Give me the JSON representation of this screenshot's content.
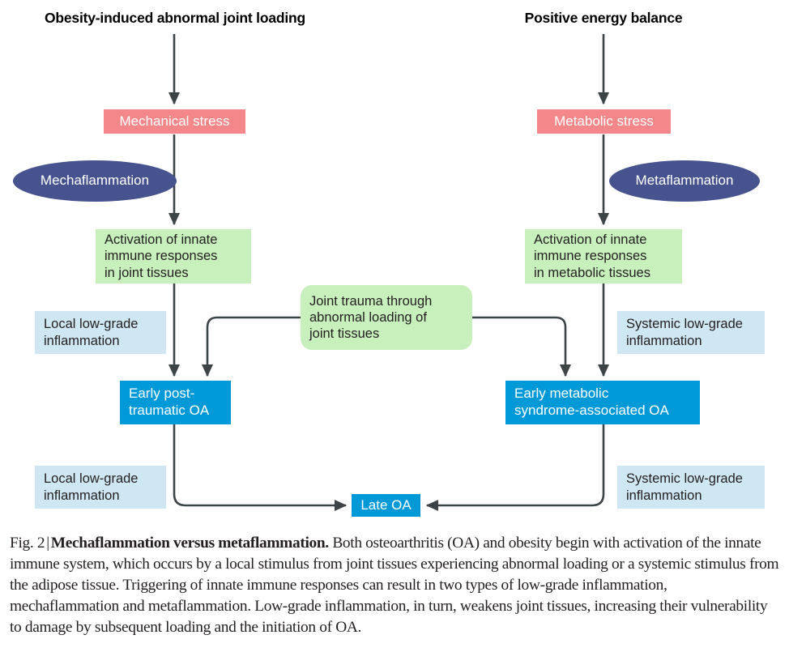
{
  "figure": {
    "headings": [
      {
        "id": "left-heading",
        "text": "Obesity-induced abnormal joint loading"
      },
      {
        "id": "right-heading",
        "text": "Positive energy balance"
      }
    ],
    "stress_boxes": [
      {
        "id": "mechanical-stress",
        "text": "Mechanical stress",
        "color": "#f4878a"
      },
      {
        "id": "metabolic-stress",
        "text": "Metabolic stress",
        "color": "#f4878a"
      }
    ],
    "ellipses": [
      {
        "id": "mechaflammation",
        "text": "Mechaflammation",
        "color": "#46538f"
      },
      {
        "id": "metaflammation",
        "text": "Metaflammation",
        "color": "#46538f"
      }
    ],
    "activation_boxes": [
      {
        "id": "activation-joint",
        "text": "Activation of innate\nimmune responses\nin joint tissues",
        "color": "#c8f0bd"
      },
      {
        "id": "activation-metabolic",
        "text": "Activation of innate\nimmune responses\nin metabolic tissues",
        "color": "#c8f0bd"
      }
    ],
    "joint_trauma": {
      "id": "joint-trauma",
      "text": "Joint trauma through\nabnormal  loading of\njoint tissues",
      "color": "#c8f0bd"
    },
    "inflammation_boxes": [
      {
        "id": "local-inflammation-upper",
        "text": "Local low-grade\ninflammation",
        "color": "#cfe7f3"
      },
      {
        "id": "systemic-inflammation-upper",
        "text": "Systemic low-grade\ninflammation",
        "color": "#cfe7f3"
      },
      {
        "id": "local-inflammation-lower",
        "text": "Local low-grade\ninflammation",
        "color": "#cfe7f3"
      },
      {
        "id": "systemic-inflammation-lower",
        "text": "Systemic low-grade\ninflammation",
        "color": "#cfe7f3"
      }
    ],
    "oa_boxes": [
      {
        "id": "early-post-traumatic-oa",
        "text": "Early post-\ntraumatic OA",
        "color": "#0099d8"
      },
      {
        "id": "early-metabolic-oa",
        "text": "Early metabolic\nsyndrome-associated OA",
        "color": "#0099d8"
      },
      {
        "id": "late-oa",
        "text": "Late OA",
        "color": "#0099d8"
      }
    ],
    "arrow_color": "#3c4448"
  },
  "caption": {
    "figure_number": "Fig. 2",
    "separator": "|",
    "title": "Mechaflammation versus metaflammation.",
    "body": " Both osteoarthritis (OA) and obesity begin with activation of the innate immune system, which occurs by a local stimulus from joint tissues experiencing abnormal loading or a systemic stimulus from the adipose tissue. Triggering of innate immune responses can result in two types of low-grade inflammation, mechaflammation and metaflammation. Low-grade inflammation, in turn, weakens joint tissues, increasing their vulnerability to damage by subsequent loading and the initiation of OA."
  }
}
